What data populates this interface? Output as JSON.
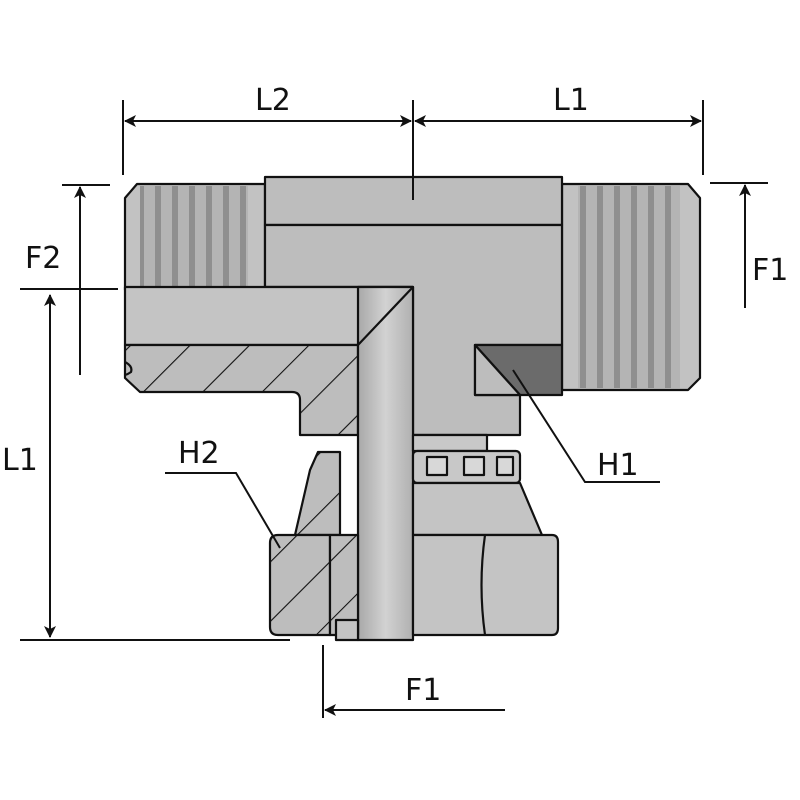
{
  "title": "Swivel nut run tee fitting dimensions",
  "labels": {
    "L2_top": "L2",
    "L1_top": "L1",
    "F2_left": "F2",
    "F1_right": "F1",
    "L1_left": "L1",
    "H2": "H2",
    "H1": "H1",
    "F1_bottom": "F1"
  },
  "colors": {
    "body": "#bdbdbd",
    "body_light": "#cacaca",
    "thread_dark": "#9a9a9a",
    "h1_face": "#6b6b6b",
    "outline": "#111111"
  }
}
